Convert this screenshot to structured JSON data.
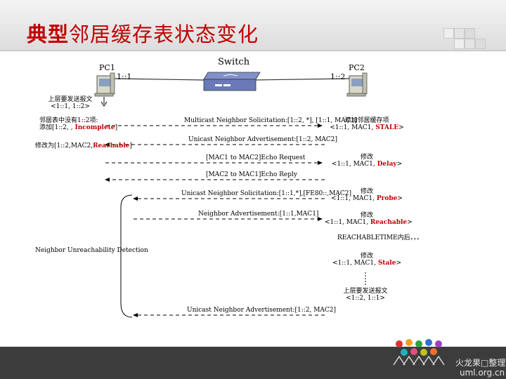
{
  "title_bold": "典型",
  "title_rest": "邻居缓存表状态变化",
  "nodes": {
    "pc1": "PC1",
    "pc1_addr": "1::1",
    "switch": "Switch",
    "pc2": "PC2",
    "pc2_addr": "1::2"
  },
  "left_notes": {
    "upper_send": "上层要发送报文",
    "upper_send_addr": "<1::1, 1::2>",
    "no_entry": "邻居表中没有1::2项:",
    "add_prefix": "添加[1::2, , ",
    "incomplete": "Incomplete",
    "add_suffix": "]",
    "modify_prefix": "修改为[1::2,MAC2,",
    "reachable": "Reachable",
    "modify_suffix": "]",
    "nud": "Neighbor Unreachability Detection"
  },
  "messages": [
    "Multicast Neighbor Solicitation:[1::2, *], [1::1, MAC1]",
    "Unicast Neighbor Advertisement:[1::2, MAC2]",
    "[MAC1 to MAC2]Echo Request",
    "[MAC2 to MAC1]Echo Reply",
    "Unicast Neighbor Solicitation:[1::1,*],[FE80::,MAC2]",
    "Neighbor Advertisement:[1::1,MAC1]",
    "Unicast Neighbor Advertisement:[1::2, MAC2]"
  ],
  "right_notes": {
    "add_entry": "添加邻居缓存项",
    "entry_prefix": "<1::1, MAC1, ",
    "entry_suffix": ">",
    "modify": "修改",
    "states": [
      "STALE",
      "Delay",
      "Probe",
      "Reachable",
      "Stale"
    ],
    "reach_timer": "REACHABLETIME内后，，，",
    "upper_send": "上层要发送报文",
    "upper_send_addr": "<1::2, 1::1>"
  },
  "footer": {
    "brand": "火龙果□整理",
    "url": "uml.org.cn"
  },
  "colors": {
    "title": "#c00000",
    "accent_red": "#c00000",
    "footer_bg": "#3c3c3c"
  }
}
